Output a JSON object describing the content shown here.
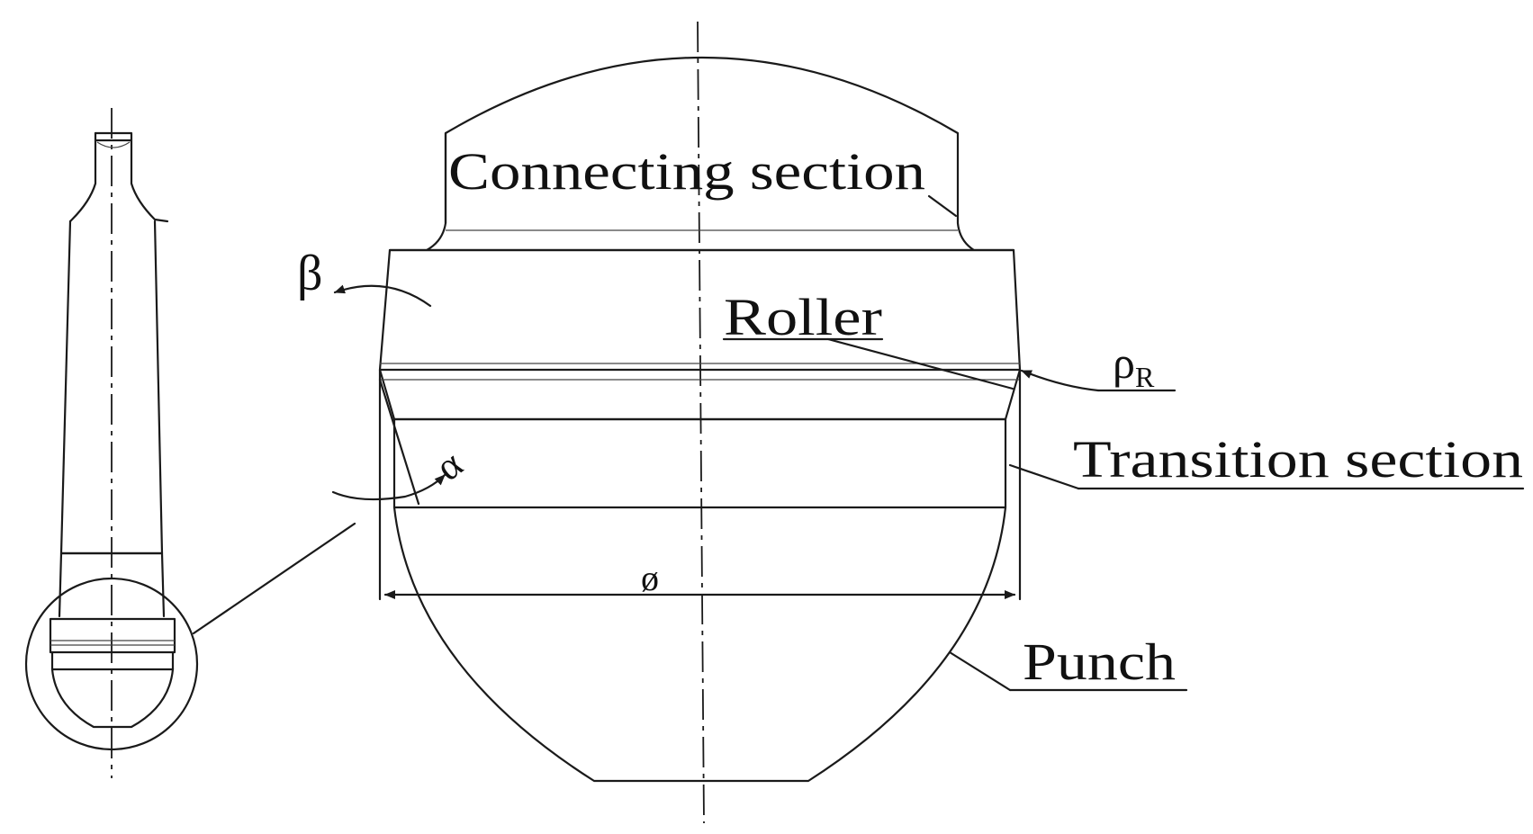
{
  "labels": {
    "connecting_section": "Connecting section",
    "roller": "Roller",
    "transition_section": "Transition section",
    "punch": "Punch",
    "rho": "ρ",
    "rho_subscript": "R",
    "alpha": "α",
    "beta": "β",
    "diameter": "ø"
  }
}
